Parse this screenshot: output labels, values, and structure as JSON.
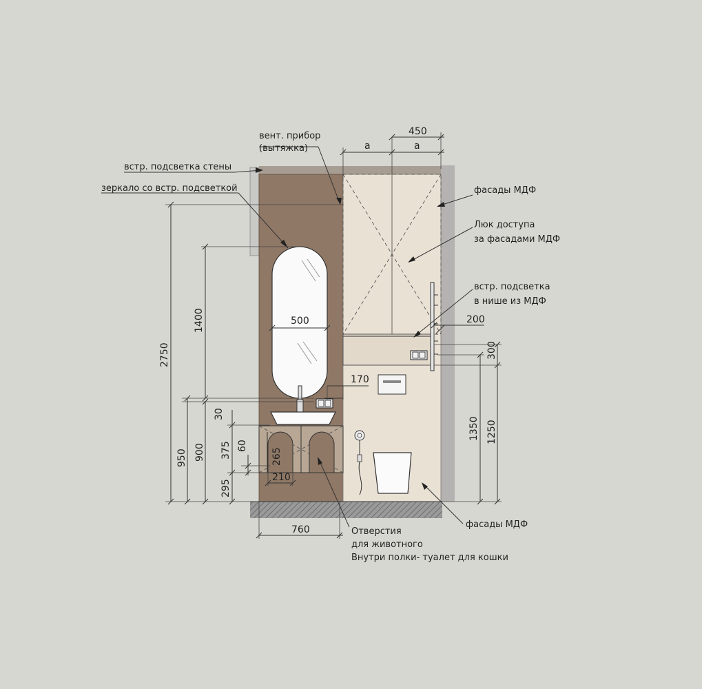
{
  "labels": {
    "vent_line1": "вент. прибор",
    "vent_line2": "(вытяжка)",
    "wall_light": "встр. подсветка стены",
    "mirror": "зеркало со встр. подсветкой",
    "mdf_top": "фасады МДФ",
    "hatch_line1": "Люк доступа",
    "hatch_line2": "за фасадами МДФ",
    "niche_light_line1": "встр. подсветка",
    "niche_light_line2": "в нише из МДФ",
    "mdf_bottom": "фасады МДФ",
    "holes_line1": "Отверстия",
    "holes_line2": "для животного",
    "holes_line3": "Внутри полки- туалет для кошки"
  },
  "dimensions": {
    "d450": "450",
    "a_left": "a",
    "a_right": "a",
    "d2750": "2750",
    "d1400": "1400",
    "d500": "500",
    "d170": "170",
    "d30": "30",
    "d950": "950",
    "d900": "900",
    "d375": "375",
    "d60": "60",
    "d265": "265",
    "d295": "295",
    "d210": "210",
    "d760": "760",
    "d200": "200",
    "d300": "300",
    "d1350": "1350",
    "d1250": "1250"
  },
  "colors": {
    "background": "#d7d7d1",
    "wood_panel": "#8f7866",
    "mdf_facade": "#e9e1d4",
    "wall_gray": "#b9b8b6",
    "floor_hatch": "#8a8a8a"
  }
}
